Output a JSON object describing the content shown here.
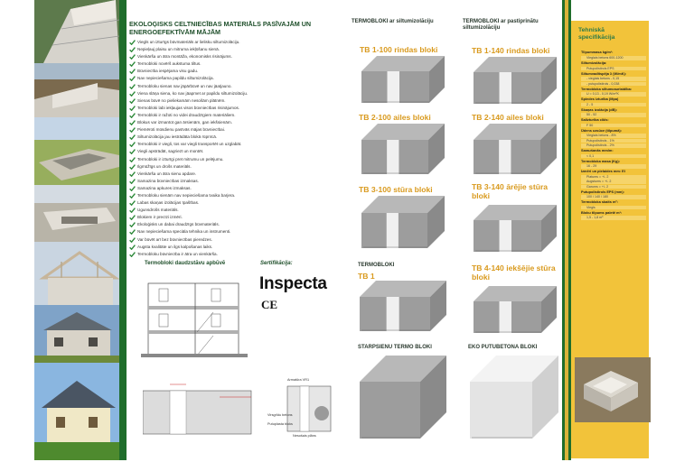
{
  "left_text": {
    "heading": "EKOLOĢISKS CELTNIECĪBAS MATERIĀLS PASĪVAJĀM UN ENERGOEFEKTĪVĀM MĀJĀM",
    "bullets": [
      "Viegls un izturīgs būvmateriāls ar lielisku siltumizolāciju.",
      "Nepieļauj plaisu un mitruma iekļūšanu sienā.",
      "Vienkārša un ātra montāža, ekonomisks risinājums.",
      "Termobloki novērš aukstuma tiltus.",
      "Būvniecība iespējama visu gadu.",
      "Nav nepieciešama papildu siltumizolācija.",
      "Termobloku sienas nav jāpārbūvē un nav jāatjauno.",
      "Viena slāņa siena, ko nav jāapmet ar papildu siltumizolāciju.",
      "Sienas būvē no pieliekamām nesošām plātnēm.",
      "Termobloki labi iekļaujas visos būvniecības risinājumos.",
      "Termobloki ir ražoti no videi draudzīgiem materiāliem.",
      "Blokus var izmantot gan ārsienām, gan iekšsienām.",
      "Piemēroti mūsdienu pasīvās mājas būvniecībai.",
      "Siltumizolācija jau iestrādāta blokā rūpnīcā.",
      "Termobloki ir viegli, tos var viegli transportēt un uzglabāt.",
      "Viegli apstrādāt, sagriezt un montēt.",
      "Termobloki ir izturīgi pret mitrumu un pelējumu.",
      "Ilgmūžīgs un drošs materiāls.",
      "Vienkārša un ātra sienu apdare.",
      "Samazina būvniecības izmaksas.",
      "Samazina apkures izmaksas.",
      "Termobloku sienām nav nepieciešama tvaika barjera.",
      "Labas skaņas izolācijas īpašības.",
      "Ugunsdrošs materiāls.",
      "Blokiem ir precīzi izmēri.",
      "Ekoloģisks un dabai draudzīgs būvmateriāls.",
      "Nav nepieciešama speciāla tehnika un instrumenti.",
      "Var būvēt arī bez būvniecības pieredzes.",
      "Augsta kvalitāte un ilgs kalpošanas laiks.",
      "Termobloku būvniecība ir ātra un vienkārša."
    ]
  },
  "apbuve_label": "Termobloki daudzstāvu apbūvē",
  "cert_label": "Sertifikācija:",
  "cert_name": "Inspecta",
  "ce_mark": "CE",
  "detail_labels": {
    "a": "Armatūra VR1",
    "b": "Virsgrīdu betons",
    "c": "Putuplasta bloks",
    "d": "Nesošais plāns"
  },
  "products": {
    "col1_head": "TERMOBLOKI ar siltumizolāciju",
    "col2_head": "TERMOBLOKI ar pastiprinātu siltumizolāciju",
    "tb1_100": "TB 1-100 rindas bloki",
    "tb1_140": "TB 1-140 rindas bloki",
    "tb2_100": "TB 2-100 ailes bloki",
    "tb2_140": "TB 2-140 ailes bloki",
    "tb3_100": "TB 3-100 stūra bloki",
    "tb3_140": "TB 3-140 ārējie stūra bloki",
    "tb1_head": "TERMOBLOKI",
    "tb1": "TB 1",
    "tb4_140": "TB 4-140 iekšējie stūra bloki",
    "starp": "STARPSIENU TERMO BLOKI",
    "eko": "EKO PUTUBETONA BLOKI"
  },
  "spec": {
    "title": "Tehniskā specifikācija",
    "rows": [
      {
        "h": "Tilpummasa kg/m³:",
        "v": [
          "Vieglais betons 600-1200"
        ]
      },
      {
        "h": "Siltumizolācija:",
        "v": [
          "Putupolistirols EPS"
        ]
      },
      {
        "h": "Siltumvadītspēja λ (W/mK):",
        "v": [
          "- vieglais betons - 0,15",
          "- putupolistirols - 0,038"
        ]
      },
      {
        "h": "Termobloka siltumcaurlaidība:",
        "v": [
          "U = 0,13 - 0,19 W/m²K"
        ]
      },
      {
        "h": "Spiedes izturība (Mpa)",
        "v": [
          "2 - 5"
        ]
      },
      {
        "h": "Skaņas izolācija (dB):",
        "v": [
          "50 - 52"
        ]
      },
      {
        "h": "Salizturība cikls:",
        "v": [
          "F 50"
        ]
      },
      {
        "h": "Ūdens uzsūce (tilpumā):",
        "v": [
          "Vieglais betons - 8%",
          "Putupolistirols - 1%",
          "Putupolistirols - 2%"
        ]
      },
      {
        "h": "Saraušanās mm/m:",
        "v": [
          "< 0,1"
        ]
      },
      {
        "h": "Termobloka masa (Kg):",
        "v": [
          "16 - 29"
        ]
      },
      {
        "h": "Izmēri un pielaides mm: EI",
        "v": [
          "Platums = +/- 2",
          "Augstums = +/- 2",
          "Garums = +/- 2"
        ]
      },
      {
        "h": "Putupolistirols EPS (mm):",
        "v": [
          "100 / 140 / 180"
        ]
      },
      {
        "h": "Termobloka skaits m²:",
        "v": [
          "Viegls"
        ]
      },
      {
        "h": "Bloku tilpums paletē m³:",
        "v": [
          "1,5 - 1,8 m³"
        ]
      }
    ]
  },
  "colors": {
    "green": "#1f6d2b",
    "orange": "#d99a1e",
    "yellow": "#f2c33a"
  }
}
